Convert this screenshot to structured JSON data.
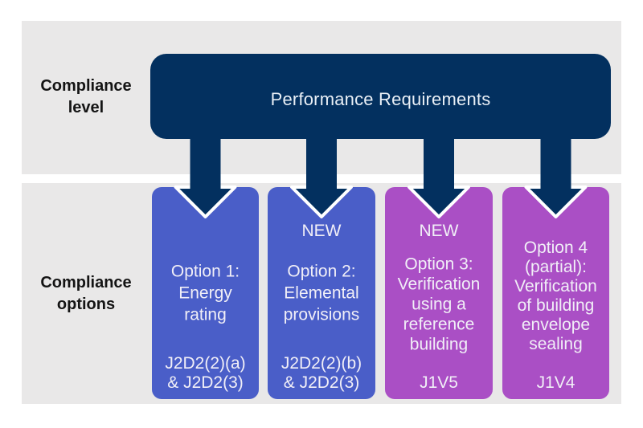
{
  "colors": {
    "navy": "#03305f",
    "blue": "#4a5ec8",
    "purple": "#aa4fc5",
    "band_gray": "#e9e8e8",
    "text_light": "#f1eff7",
    "arrow_outline": "#ffffff"
  },
  "rows": [
    {
      "label": "Compliance\nlevel"
    },
    {
      "label": "Compliance\noptions"
    }
  ],
  "performance_box": {
    "label": "Performance Requirements"
  },
  "options": [
    {
      "badge": "",
      "title": "Option 1:\nEnergy\nrating",
      "code": "J2D2(2)(a)\n& J2D2(3)",
      "color": "blue"
    },
    {
      "badge": "NEW",
      "title": "Option 2:\nElemental\nprovisions",
      "code": "J2D2(2)(b)\n& J2D2(3)",
      "color": "blue"
    },
    {
      "badge": "NEW",
      "title": "Option 3:\nVerification\nusing a\nreference\nbuilding",
      "code": "J1V5",
      "color": "purple"
    },
    {
      "badge": "",
      "title": "Option 4\n(partial):\nVerification\nof building\nenvelope\nsealing",
      "code": "J1V4",
      "color": "purple"
    }
  ]
}
